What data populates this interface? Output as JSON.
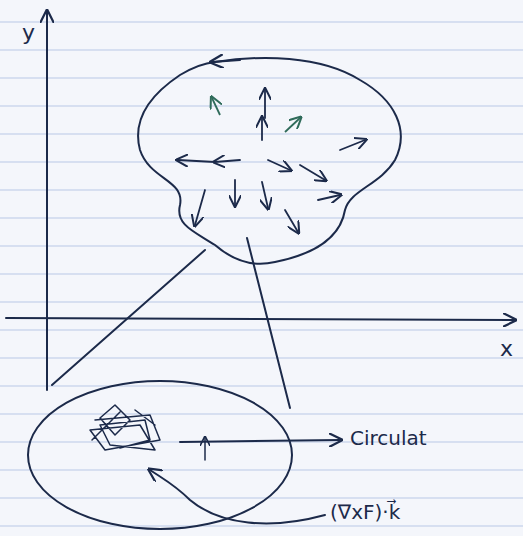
{
  "diagram": {
    "labels": [
      "y",
      "x",
      "Circulat",
      "(∇xF)·k⃗"
    ]
  }
}
